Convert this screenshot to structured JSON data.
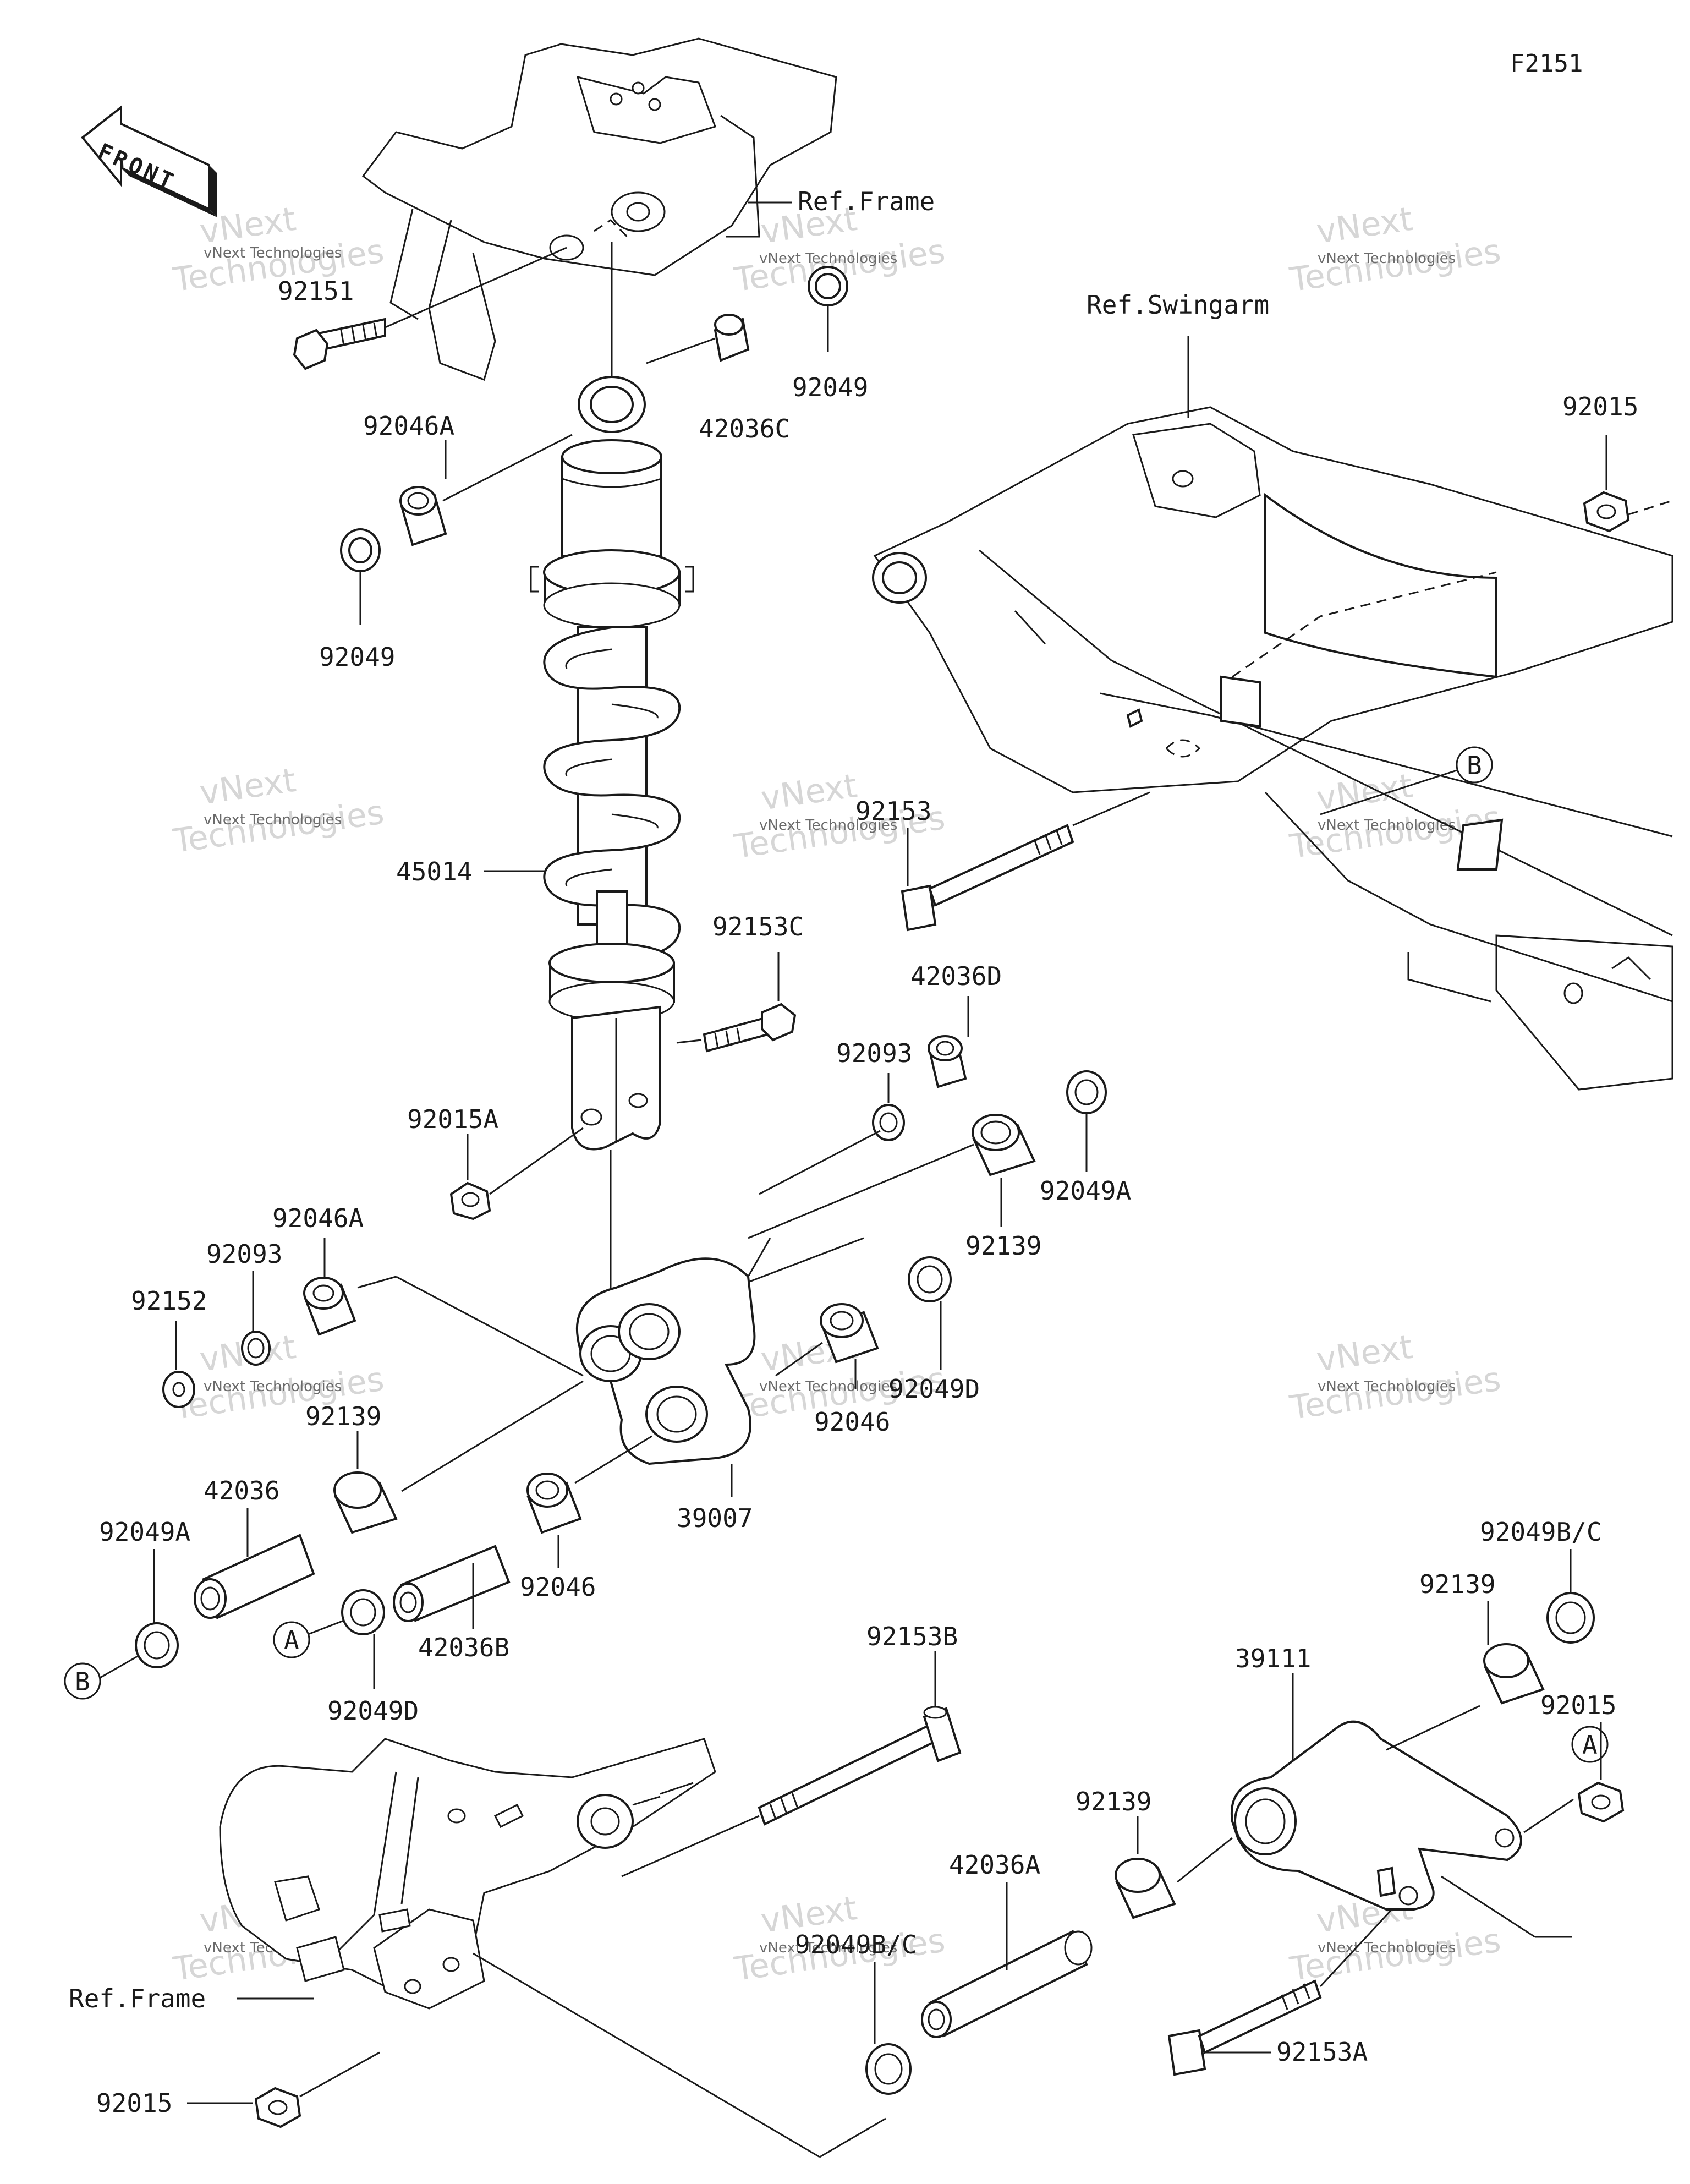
{
  "figure_code": "F2151",
  "front_label": "FRONT",
  "references": {
    "frame_top": "Ref.Frame",
    "swingarm": "Ref.Swingarm",
    "frame_bottom": "Ref.Frame"
  },
  "parts": [
    {
      "id": "p1",
      "label": "92151"
    },
    {
      "id": "p2",
      "label": "92049"
    },
    {
      "id": "p3",
      "label": "42036C"
    },
    {
      "id": "p4",
      "label": "92046A"
    },
    {
      "id": "p5",
      "label": "92049"
    },
    {
      "id": "p6",
      "label": "45014"
    },
    {
      "id": "p7",
      "label": "92015"
    },
    {
      "id": "p8",
      "label": "92153"
    },
    {
      "id": "p9",
      "label": "92153C"
    },
    {
      "id": "p10",
      "label": "42036D"
    },
    {
      "id": "p11",
      "label": "92093"
    },
    {
      "id": "p12",
      "label": "92015A"
    },
    {
      "id": "p13",
      "label": "92049A"
    },
    {
      "id": "p14",
      "label": "92139"
    },
    {
      "id": "p15",
      "label": "92046A"
    },
    {
      "id": "p16",
      "label": "92093"
    },
    {
      "id": "p17",
      "label": "92152"
    },
    {
      "id": "p18",
      "label": "92049D"
    },
    {
      "id": "p19",
      "label": "92046"
    },
    {
      "id": "p20",
      "label": "92139"
    },
    {
      "id": "p21",
      "label": "42036"
    },
    {
      "id": "p22",
      "label": "39007"
    },
    {
      "id": "p23",
      "label": "92049A"
    },
    {
      "id": "p24",
      "label": "92046"
    },
    {
      "id": "p25",
      "label": "42036B"
    },
    {
      "id": "p26",
      "label": "92049D"
    },
    {
      "id": "p27",
      "label": "92153B"
    },
    {
      "id": "p28",
      "label": "92049B/C"
    },
    {
      "id": "p29",
      "label": "92139"
    },
    {
      "id": "p30",
      "label": "39111"
    },
    {
      "id": "p31",
      "label": "92015"
    },
    {
      "id": "p32",
      "label": "92139"
    },
    {
      "id": "p33",
      "label": "42036A"
    },
    {
      "id": "p34",
      "label": "92049B/C"
    },
    {
      "id": "p35",
      "label": "92153A"
    },
    {
      "id": "p36",
      "label": "92015"
    }
  ],
  "callouts": {
    "a_right": "A",
    "a_left": "A",
    "b_right": "B",
    "b_left": "B"
  },
  "watermark": {
    "line1": "vNext Technologies",
    "line2": "vNext",
    "line3": "Technologies"
  }
}
